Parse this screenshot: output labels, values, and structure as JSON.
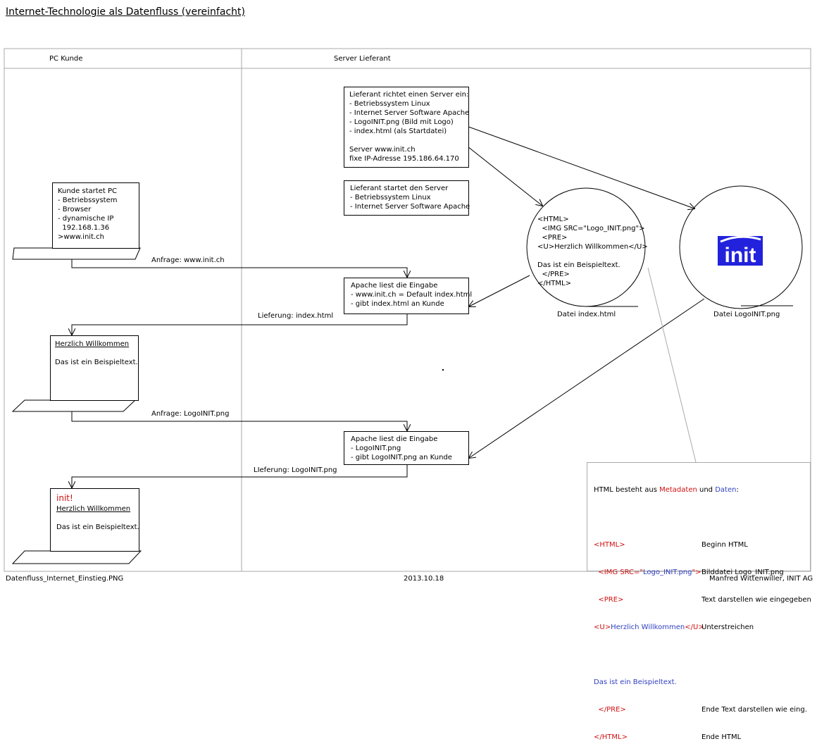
{
  "title": "Internet-Technologie als Datenfluss (vereinfacht)",
  "columns": {
    "client": "PC Kunde",
    "server": "Server Lieferant"
  },
  "server_setup": {
    "heading": "Lieferant richtet einen Server ein:",
    "items": [
      "- Betriebssystem Linux",
      "- Internet Server Software Apache",
      "- LogoINIT.png (Bild mit Logo)",
      "- index.html (als Startdatei)"
    ],
    "server_line": "Server www.init.ch",
    "ip_line": "fixe IP-Adresse 195.186.64.170"
  },
  "server_start": {
    "heading": "Lieferant startet den Server",
    "items": [
      "- Betriebssystem Linux",
      "- Internet Server Software Apache"
    ]
  },
  "client_start": {
    "heading": "Kunde startet PC",
    "items": [
      "- Betriebssystem",
      "- Browser",
      "- dynamische IP",
      "  192.168.1.36",
      ">www.init.ch"
    ]
  },
  "request1": "Anfrage: www.init.ch",
  "apache1": {
    "heading": "Apache liest die Eingabe",
    "items": [
      "- www.init.ch = Default index.html",
      "- gibt index.html an Kunde"
    ]
  },
  "delivery1": "Lieferung: index.html",
  "page1": {
    "heading": "Herzlich Willkommen",
    "body": "Das ist ein Beispieltext."
  },
  "request2": "Anfrage: LogoINIT.png",
  "apache2": {
    "heading": "Apache liest die Eingabe",
    "items": [
      "- LogoINIT.png",
      "- gibt LogoINIT.png an Kunde"
    ]
  },
  "delivery2": "LIeferung: LogoINIT.png",
  "page2": {
    "logo": "init!",
    "heading": "Herzlich Willkommen",
    "body": "Das ist ein Beispieltext."
  },
  "file_index": {
    "lines": [
      "<HTML>",
      "  <IMG SRC=\"Logo_INIT.png\">",
      "  <PRE>",
      "<U>Herzlich Willkommen</U>",
      "",
      "Das ist ein Beispieltext.",
      "  </PRE>",
      "</HTML>"
    ],
    "caption": "Datei index.html"
  },
  "file_logo": {
    "logo_text": "init",
    "caption": "Datei LogoINIT.png"
  },
  "legend": {
    "intro_prefix": "HTML besteht aus ",
    "intro_meta": "Metadaten",
    "intro_mid": " und ",
    "intro_data": "Daten",
    "intro_suffix": ":",
    "rows": [
      {
        "code": "<HTML>",
        "desc": "Beginn HTML"
      },
      {
        "code": "  <IMG SRC=\"",
        "code_blue": "Logo_INIT.png",
        "code_end": "\">",
        "desc": "Bilddatei Logo_INIT.png"
      },
      {
        "code": "  <PRE>",
        "desc": "Text darstellen wie eingegeben"
      },
      {
        "code": "<U>",
        "code_blue": "Herzlich Willkommen",
        "code_end": "</U>",
        "desc": "Unterstreichen"
      },
      {
        "data_line": "Das ist ein Beispieltext."
      },
      {
        "code": "  </PRE>",
        "desc": "Ende Text darstellen wie eing."
      },
      {
        "code": "</HTML>",
        "desc": "Ende HTML"
      }
    ]
  },
  "footer": {
    "left": "Datenfluss_Internet_Einstieg.PNG",
    "center": "2013.10.18",
    "right": "Manfred Wittenwiller, INIT AG"
  },
  "colors": {
    "meta": "#d01010",
    "data": "#2f3fbf",
    "logo_bg": "#2222dd"
  }
}
